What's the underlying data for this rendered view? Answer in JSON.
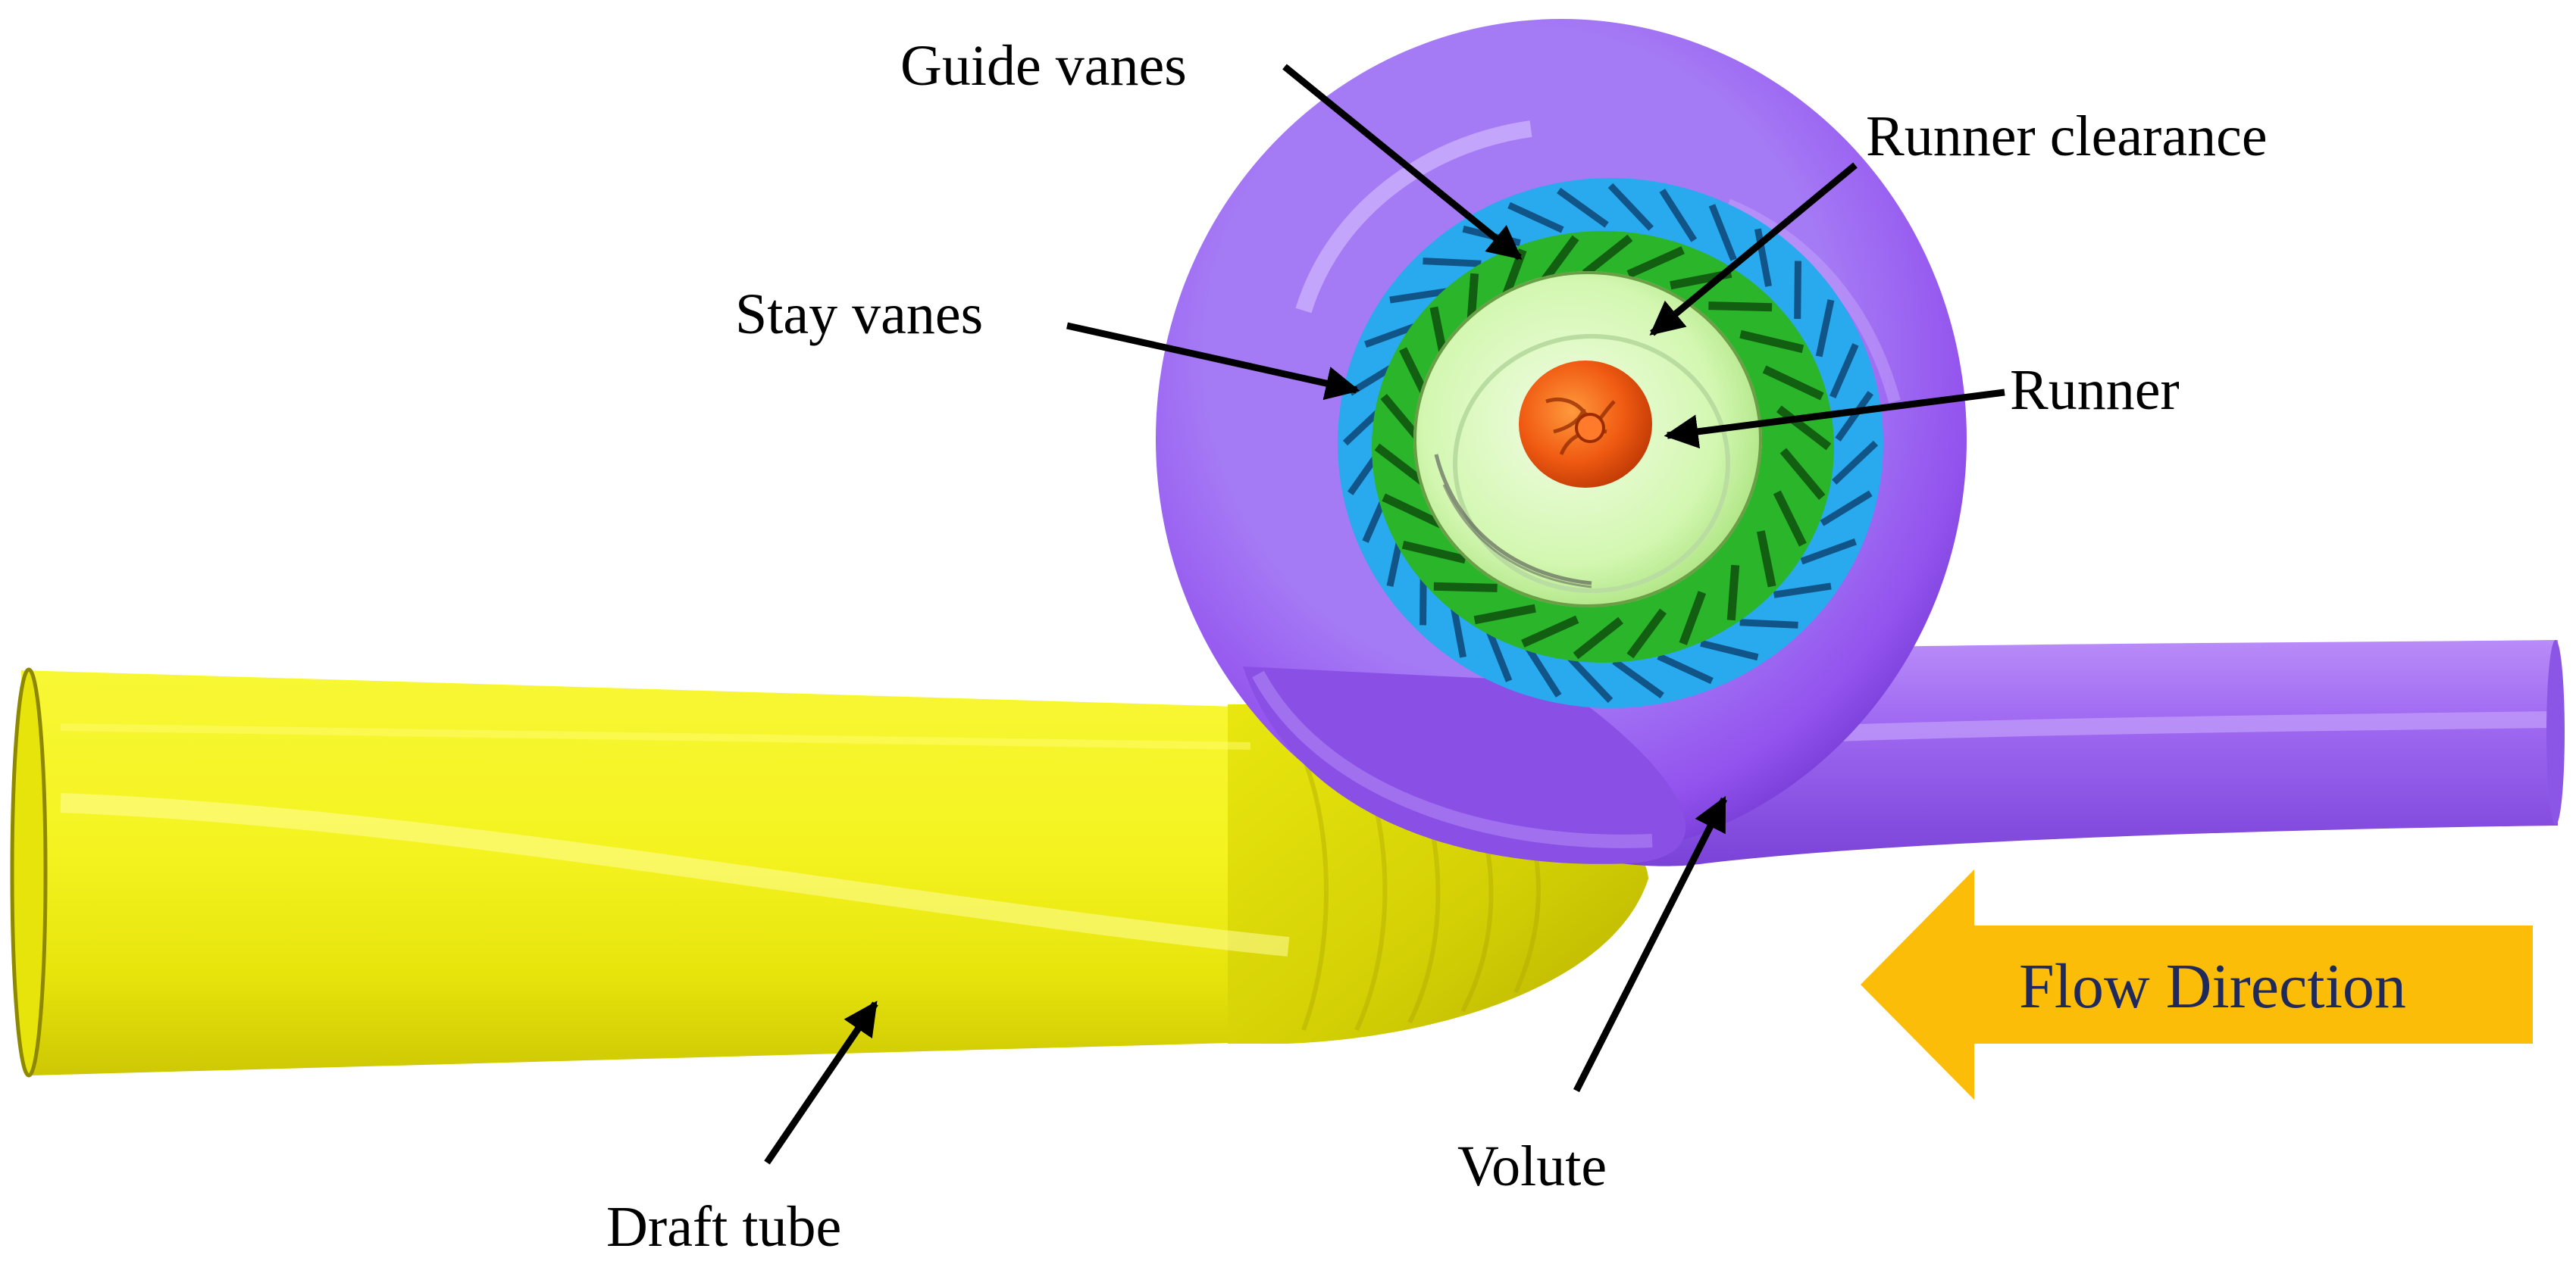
{
  "labels": {
    "guide_vanes": "Guide vanes",
    "runner_clearance": "Runner clearance",
    "stay_vanes": "Stay vanes",
    "runner": "Runner",
    "volute": "Volute",
    "draft_tube": "Draft tube",
    "flow_direction": "Flow Direction"
  },
  "colors": {
    "background": "#ffffff",
    "volute": "#9b59f0",
    "stay_vanes": "#29a9ee",
    "guide_vanes": "#2bb52b",
    "runner_clearance": "#c8f59a",
    "runner": "#ee5410",
    "draft_tube": "#f0ef10",
    "flow_arrow": "#fbbd07",
    "flow_text": "#1f2a5a",
    "leader": "#000000"
  },
  "icons": {
    "flow_arrow": "left-arrow"
  }
}
